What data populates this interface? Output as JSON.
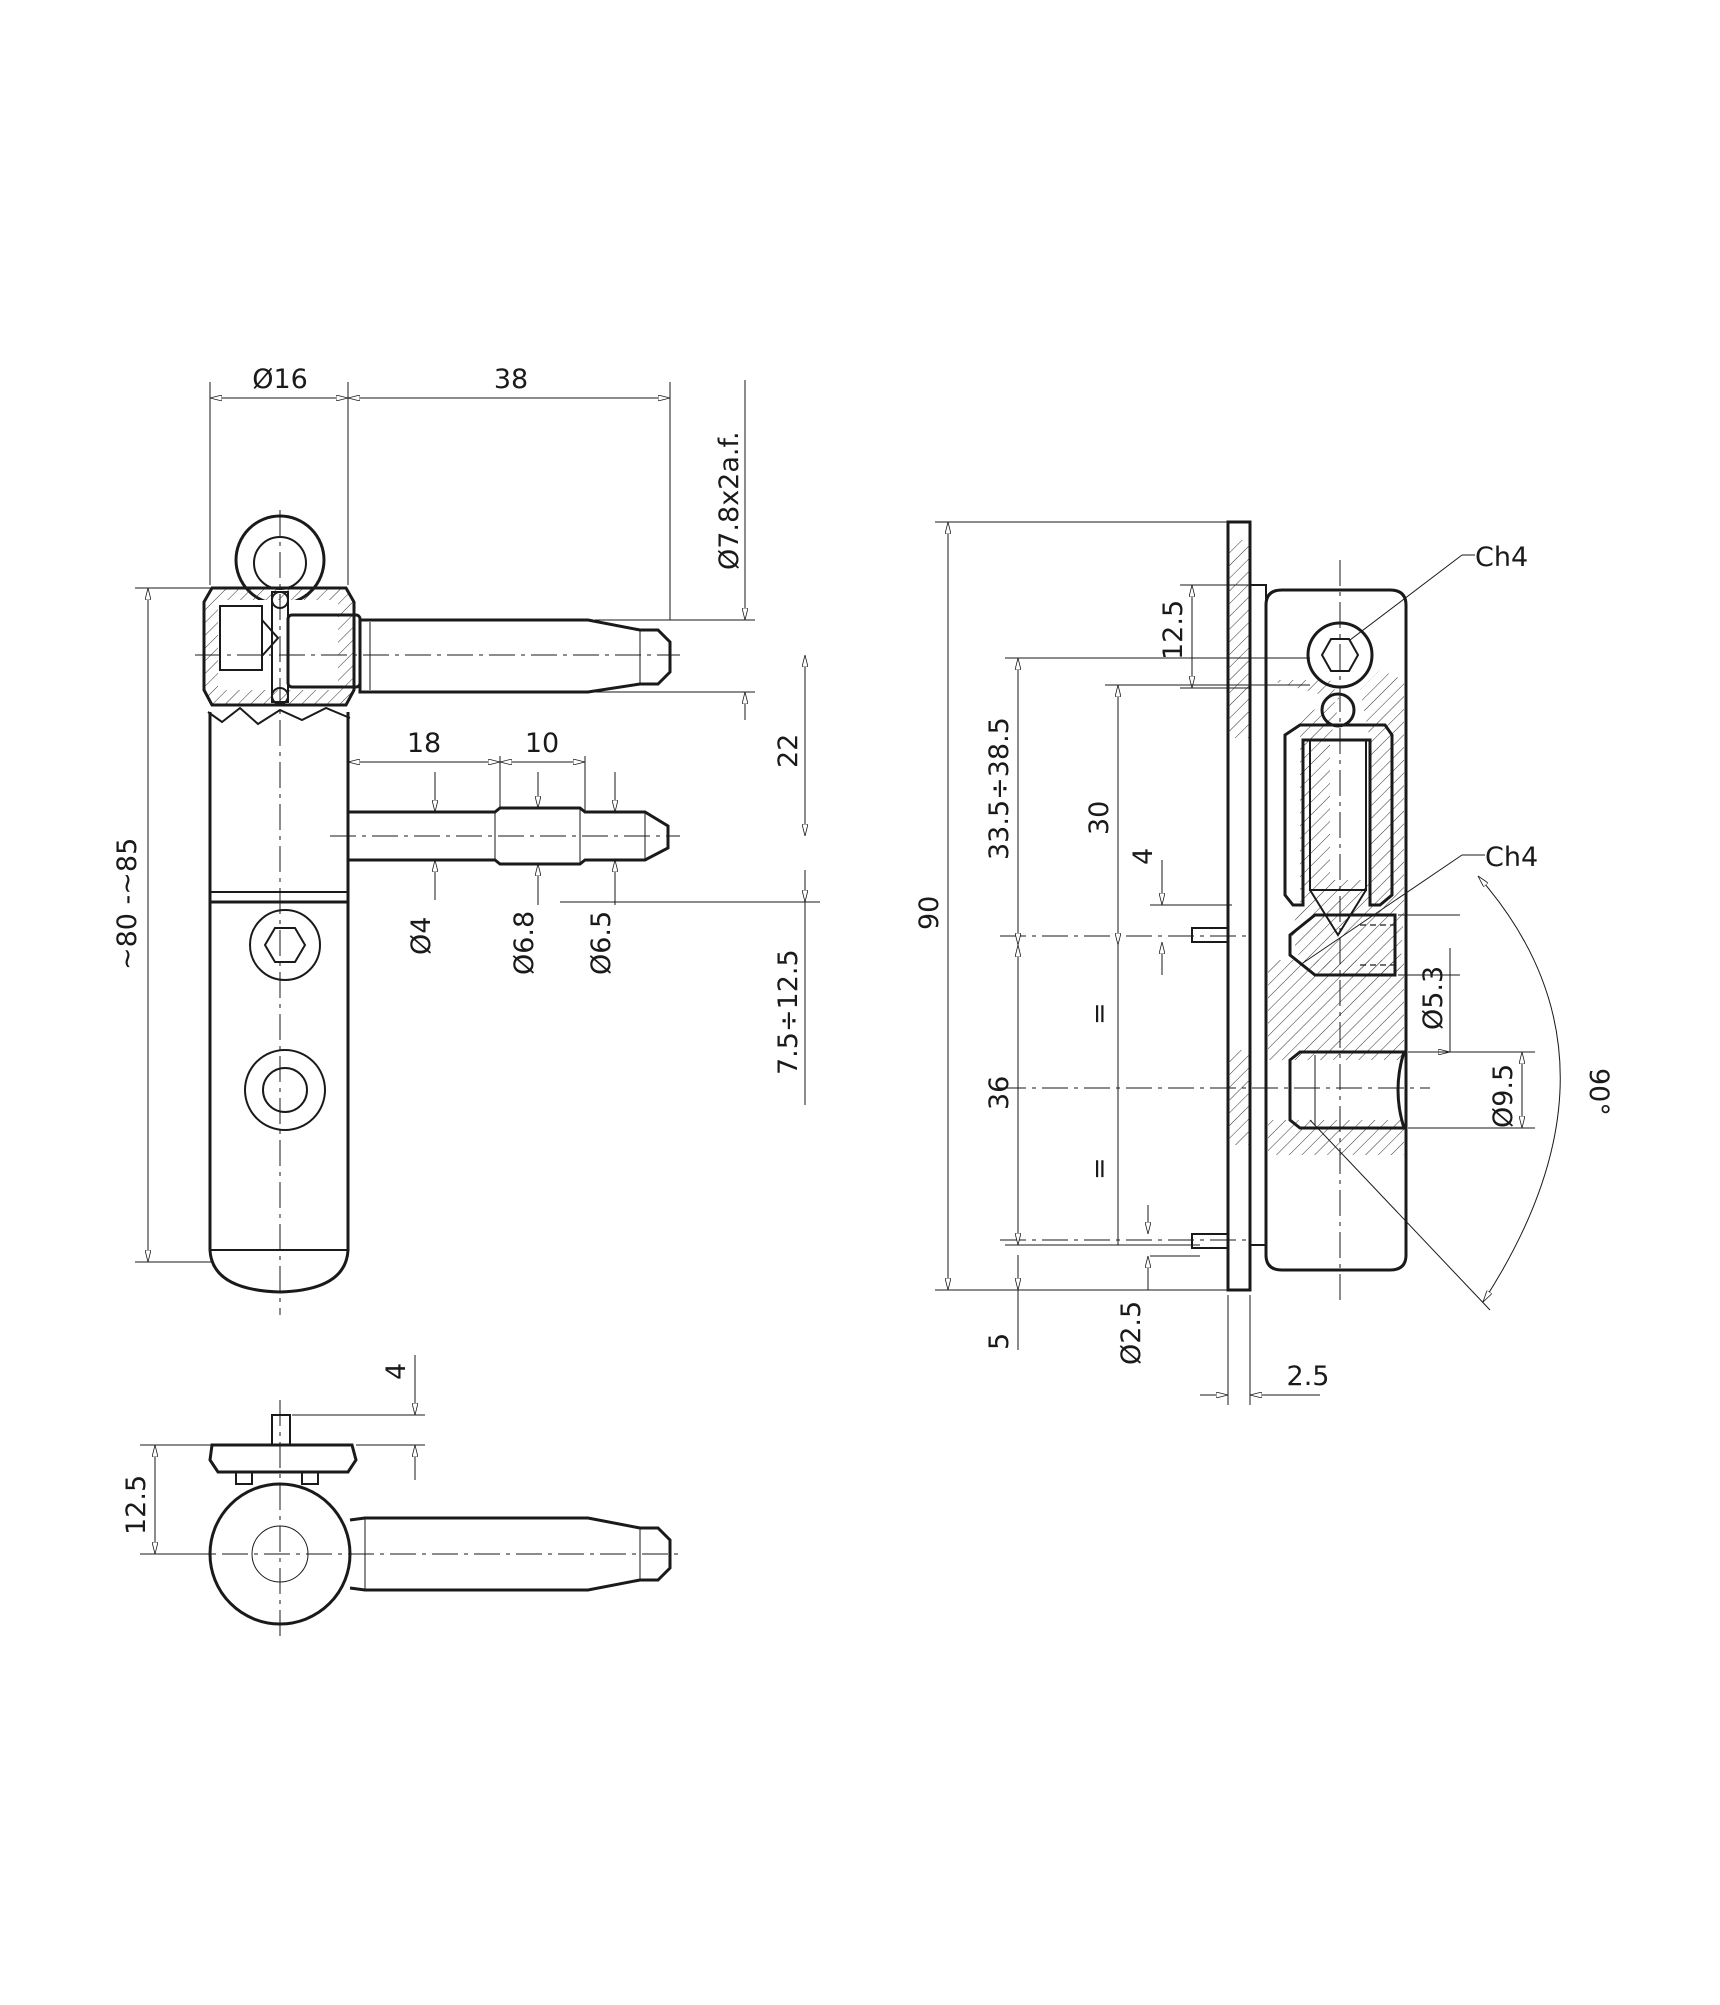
{
  "drawing": {
    "dimensions": {
      "dia16": "Ø16",
      "len38": "38",
      "pin_hex": "Ø7.8x2a.f.",
      "len18": "18",
      "len10": "10",
      "dist22": "22",
      "dia4": "Ø4",
      "dia6_8": "Ø6.8",
      "dia6_5": "Ø6.5",
      "adjust_7_5_12_5": "7.5÷12.5",
      "height_80_85": "~80 -~85",
      "top_4": "4",
      "top_12_5": "12.5",
      "side_90": "90",
      "side_12_5": "12.5",
      "side_33_5_38_5": "33.5÷38.5",
      "side_30": "30",
      "side_4": "4",
      "side_36": "36",
      "equal_a": "=",
      "equal_b": "=",
      "side_5": "5",
      "side_dia2_5": "Ø2.5",
      "side_2_5": "2.5",
      "ch4_top": "Ch4",
      "ch4_mid": "Ch4",
      "dia5_3": "Ø5.3",
      "dia9_5": "Ø9.5",
      "angle_90": "90°"
    }
  }
}
